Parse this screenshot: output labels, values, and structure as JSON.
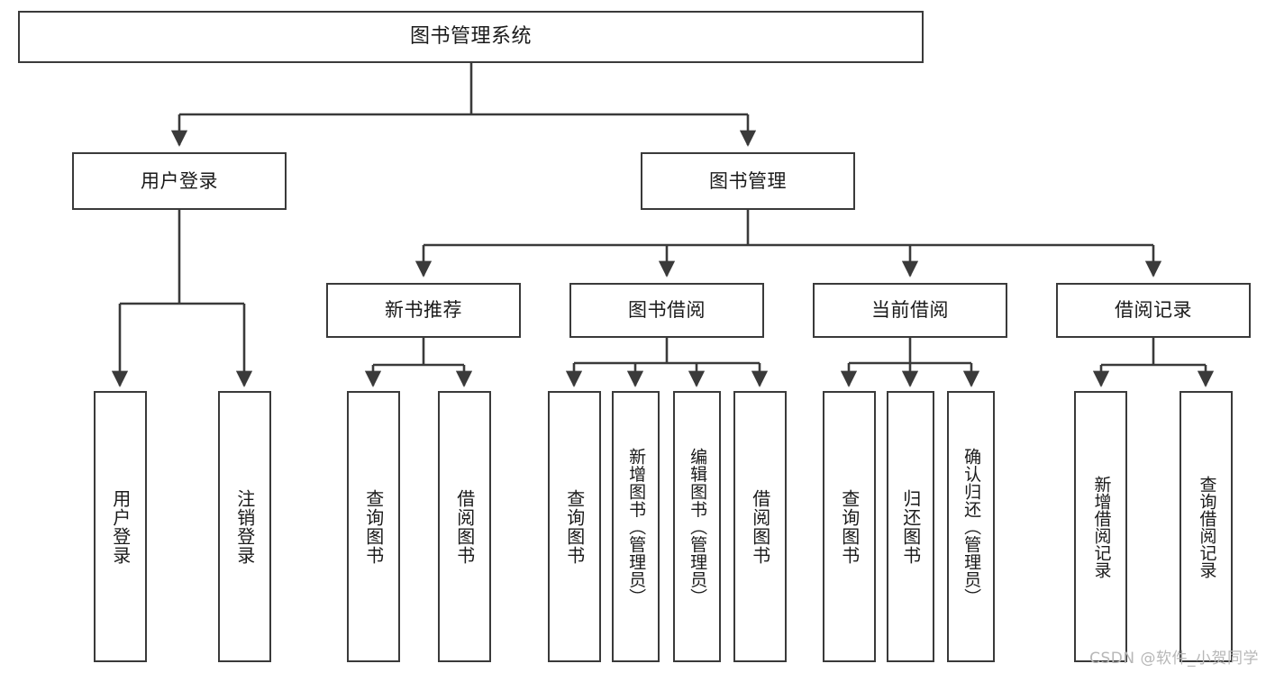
{
  "diagram": {
    "title": "图书管理系统",
    "type": "tree-hierarchy-chart",
    "orientation": "top-down",
    "line_color": "#3a3a3a",
    "box_fill": "#ffffff",
    "text_color": "#1a1a1a"
  },
  "levels": {
    "level1": {
      "label": "图书管理系统"
    },
    "level2": [
      {
        "label": "用户登录"
      },
      {
        "label": "图书管理"
      }
    ],
    "level3": [
      {
        "label": "新书推荐"
      },
      {
        "label": "图书借阅"
      },
      {
        "label": "当前借阅"
      },
      {
        "label": "借阅记录"
      }
    ],
    "leaves": {
      "user_login": [
        {
          "label": "用户登录"
        },
        {
          "label": "注销登录"
        }
      ],
      "new_book_recommend": [
        {
          "label": "查询图书"
        },
        {
          "label": "借阅图书"
        }
      ],
      "book_borrow": [
        {
          "label": "查询图书"
        },
        {
          "label": "新增图书（管理员）"
        },
        {
          "label": "编辑图书（管理员）"
        },
        {
          "label": "借阅图书"
        }
      ],
      "current_borrow": [
        {
          "label": "查询图书"
        },
        {
          "label": "归还图书"
        },
        {
          "label": "确认归还（管理员）"
        }
      ],
      "borrow_record": [
        {
          "label": "新增借阅记录"
        },
        {
          "label": "查询借阅记录"
        }
      ]
    }
  },
  "watermark": {
    "text": "CSDN @软件_小贺同学"
  }
}
